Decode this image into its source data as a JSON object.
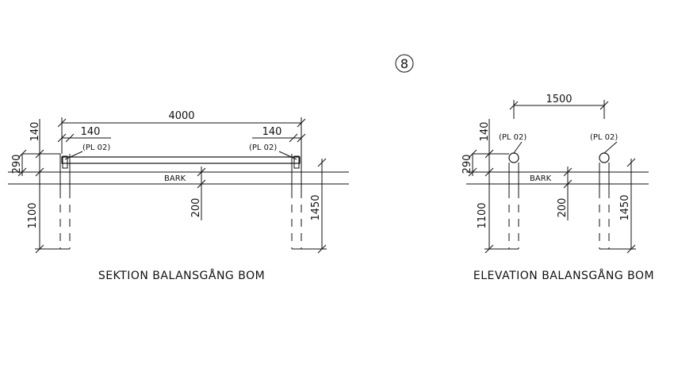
{
  "drawing_number": "8",
  "section_view": {
    "title": "SEKTION BALANSGÅNG BOM",
    "overall_length": "4000",
    "left_offset": "140",
    "right_offset": "140",
    "left_plate": "(PL 02)",
    "right_plate": "(PL 02)",
    "ground_label": "BARK",
    "dim_top": "140",
    "dim_beam": "290",
    "dim_embed": "1100",
    "dim_bark": "200",
    "dim_total": "1450"
  },
  "elevation_view": {
    "title": "ELEVATION BALANSGÅNG BOM",
    "post_spacing": "1500",
    "left_plate": "(PL 02)",
    "right_plate": "(PL 02)",
    "ground_label": "BARK",
    "dim_top": "140",
    "dim_beam": "290",
    "dim_embed": "1100",
    "dim_bark": "200",
    "dim_total": "1450"
  }
}
